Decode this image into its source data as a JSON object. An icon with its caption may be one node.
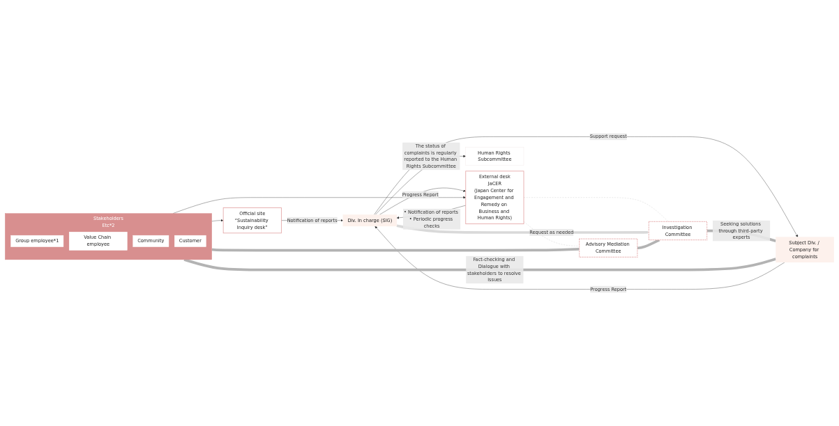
{
  "diagram": {
    "nodes": [
      {
        "text": [
          "Stakeholders",
          "Etc*2"
        ]
      },
      {
        "text": [
          "Group employee*1"
        ],
        "in": 0
      },
      {
        "text": [
          "Value Chain employee"
        ],
        "in": 0
      },
      {
        "text": [
          "Community"
        ],
        "in": 0
      },
      {
        "text": [
          "Customer"
        ],
        "in": 0
      },
      {
        "text": [
          "Official site",
          "“Sustainability Inquiry desk”"
        ]
      },
      {
        "text": [
          "External desk",
          "JaCER",
          "(Japan Center for Engagement and Remedy on Business and Human Rights)"
        ]
      },
      {
        "text": [
          "Div. In charge (SIG)"
        ]
      },
      {
        "text": [
          "Subject Div. / Company for complaints"
        ]
      },
      {
        "text": [
          "Human Rights Subcommittee"
        ]
      },
      {
        "text": [
          "Advisory Mediation Committee"
        ]
      },
      {
        "text": [
          "Investigation Committee"
        ]
      }
    ],
    "edges": [
      {
        "from": 0,
        "to": 5,
        "arrow": "to"
      },
      {
        "from": 0,
        "to": 6,
        "arrow": "to"
      },
      {
        "from": 5,
        "to": 7,
        "arrow": "to",
        "label": "Notification of reports"
      },
      {
        "from": 6,
        "to": 7,
        "arrow": "to",
        "label": "• Notification of reports • Periodic progress checks"
      },
      {
        "from": 7,
        "to": 6,
        "arrow": "to",
        "label": "Progress Report"
      },
      {
        "from": 7,
        "to": 8,
        "arrow": "to",
        "label": "Support request"
      },
      {
        "from": 8,
        "to": 7,
        "arrow": "to",
        "label": "Progress Report"
      },
      {
        "from": 7,
        "to": 9,
        "arrow": "to",
        "label": "The status of complaints is regularly reported to the Human Rights Subcommittee"
      },
      {
        "from": 6,
        "to": 10,
        "arrow": "none",
        "style": "dashed",
        "color": "#c8c8c8"
      },
      {
        "from": 6,
        "to": 11,
        "arrow": "none",
        "style": "dashed",
        "color": "#c8c8c8"
      },
      {
        "from": 7,
        "to": 11,
        "arrow": "to",
        "style": "thick",
        "color": "#d9d9d9",
        "label": "Request as needed"
      },
      {
        "from": 10,
        "to": 11,
        "arrow": "none",
        "style": "thick",
        "color": "#b3b3b3"
      },
      {
        "from": 0,
        "to": 10,
        "arrow": "none",
        "style": "thick",
        "color": "#b3b3b3"
      },
      {
        "from": 11,
        "to": 8,
        "arrow": "none",
        "style": "thick",
        "color": "#b3b3b3",
        "label": "Seeking solutions through third-party experts"
      },
      {
        "from": 0,
        "to": 8,
        "arrow": "none",
        "style": "thick",
        "color": "#b3b3b3",
        "label": "Fact-checking and Dialogue with stakeholders to resolve issues"
      }
    ]
  }
}
